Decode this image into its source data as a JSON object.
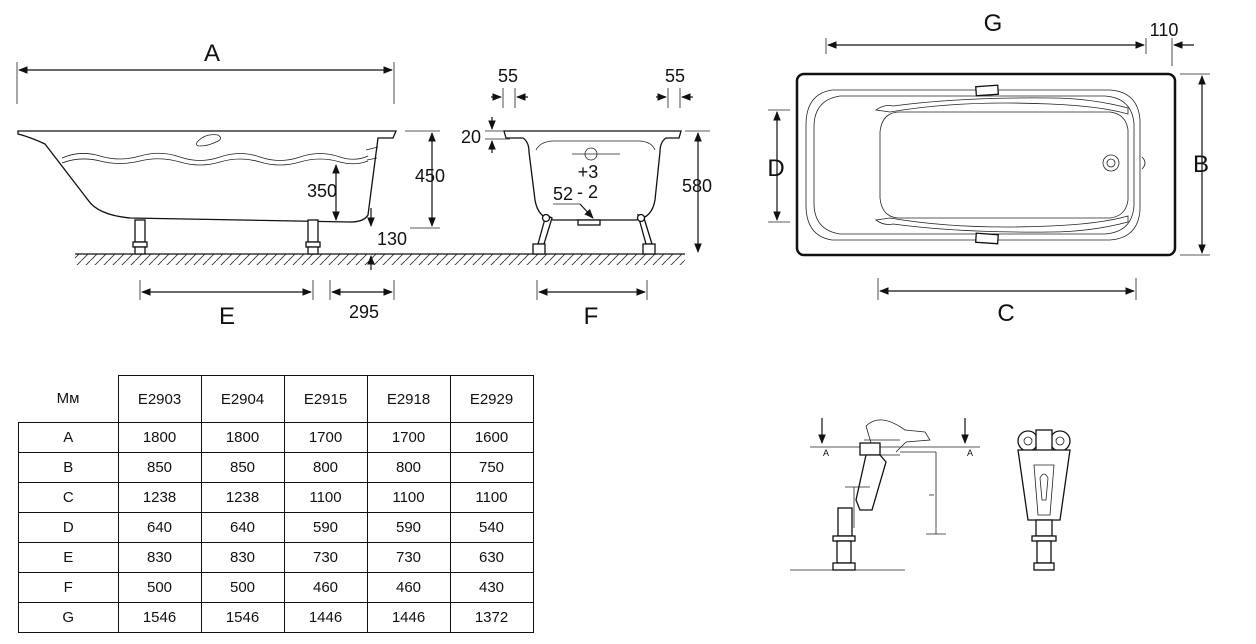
{
  "side_view": {
    "labels": {
      "length": "A",
      "leg_span": "E",
      "frame": "295",
      "depth": "350",
      "height": "450",
      "clearance": "130"
    }
  },
  "end_view": {
    "labels": {
      "rim_left": "55",
      "rim_right": "55",
      "rim": "20",
      "height": "580",
      "drain": "52",
      "tol_plus": "+3",
      "tol_minus": "- 2",
      "leg_span": "F"
    }
  },
  "top_view": {
    "labels": {
      "length": "G",
      "offset": "110",
      "inner_width": "D",
      "width": "B",
      "inner_length": "C"
    }
  },
  "leg_detail": {
    "labels": {
      "section_left": "A",
      "section_right": "A"
    }
  },
  "table": {
    "corner": "Мм",
    "columns": [
      "E2903",
      "E2904",
      "E2915",
      "E2918",
      "E2929"
    ],
    "rows": [
      {
        "label": "A",
        "values": [
          "1800",
          "1800",
          "1700",
          "1700",
          "1600"
        ]
      },
      {
        "label": "B",
        "values": [
          "850",
          "850",
          "800",
          "800",
          "750"
        ]
      },
      {
        "label": "C",
        "values": [
          "1238",
          "1238",
          "1100",
          "1100",
          "1100"
        ]
      },
      {
        "label": "D",
        "values": [
          "640",
          "640",
          "590",
          "590",
          "540"
        ]
      },
      {
        "label": "E",
        "values": [
          "830",
          "830",
          "730",
          "730",
          "630"
        ]
      },
      {
        "label": "F",
        "values": [
          "500",
          "500",
          "460",
          "460",
          "430"
        ]
      },
      {
        "label": "G",
        "values": [
          "1546",
          "1546",
          "1446",
          "1446",
          "1372"
        ]
      }
    ]
  }
}
